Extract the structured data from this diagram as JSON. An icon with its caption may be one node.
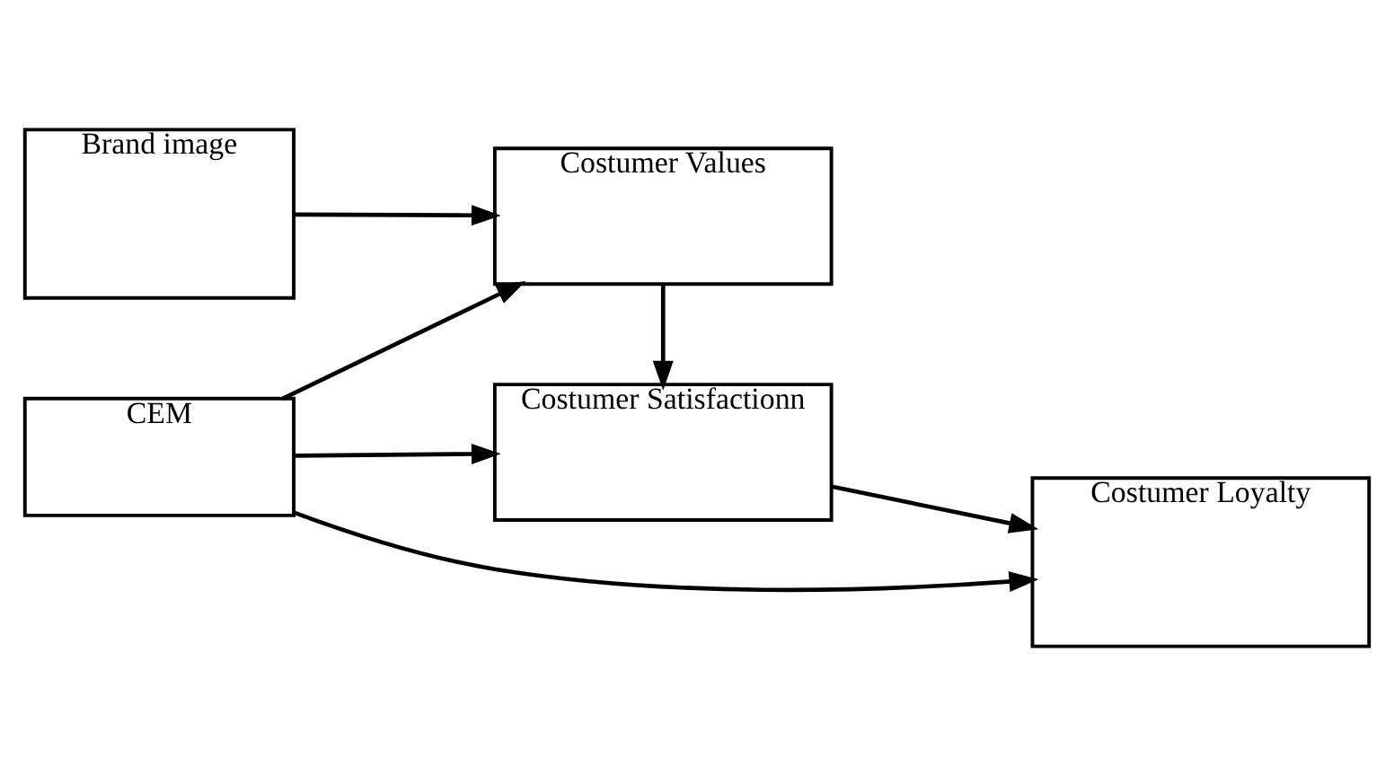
{
  "diagram": {
    "nodes": [
      {
        "text": [
          "Brand image"
        ]
      },
      {
        "text": [
          "Costumer Satisfactionn"
        ]
      },
      {
        "text": [
          "Costumer Values"
        ]
      },
      {
        "text": [
          "Costumer Loyalty"
        ]
      },
      {
        "text": [
          "CEM"
        ]
      }
    ],
    "edges": [
      {
        "from": 0,
        "to": 2,
        "arrow": "to"
      },
      {
        "from": 4,
        "to": 1,
        "arrow": "to"
      },
      {
        "from": 4,
        "to": 2,
        "arrow": "to"
      },
      {
        "from": 4,
        "to": 3,
        "arrow": "to"
      },
      {
        "from": 2,
        "to": 1,
        "arrow": "to"
      },
      {
        "from": 1,
        "to": 3,
        "arrow": "to"
      }
    ]
  }
}
